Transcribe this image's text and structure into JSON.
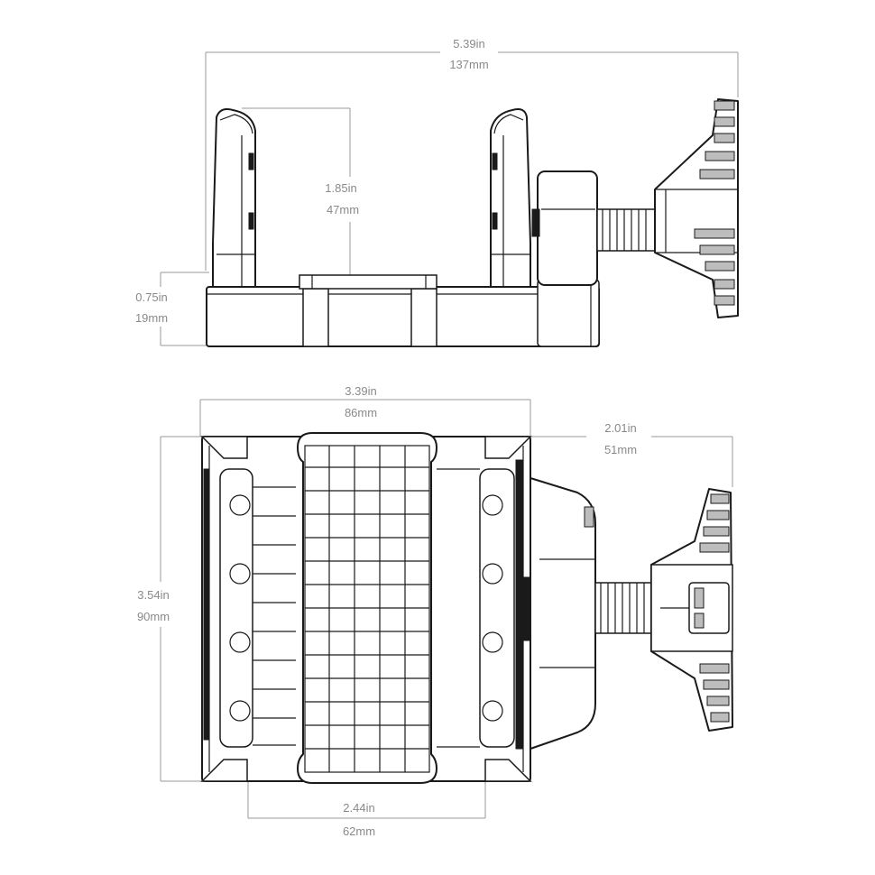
{
  "dimensions": {
    "overall_width": {
      "imperial": "5.39in",
      "metric": "137mm"
    },
    "jaw_height": {
      "imperial": "1.85in",
      "metric": "47mm"
    },
    "base_height": {
      "imperial": "0.75in",
      "metric": "19mm"
    },
    "body_width": {
      "imperial": "3.39in",
      "metric": "86mm"
    },
    "clamp_depth": {
      "imperial": "2.01in",
      "metric": "51mm"
    },
    "body_depth": {
      "imperial": "3.54in",
      "metric": "90mm"
    },
    "inner_width": {
      "imperial": "2.44in",
      "metric": "62mm"
    }
  },
  "colors": {
    "outline": "#1a1a1a",
    "dimension": "#9a9a9a",
    "label": "#8a8a8a"
  }
}
